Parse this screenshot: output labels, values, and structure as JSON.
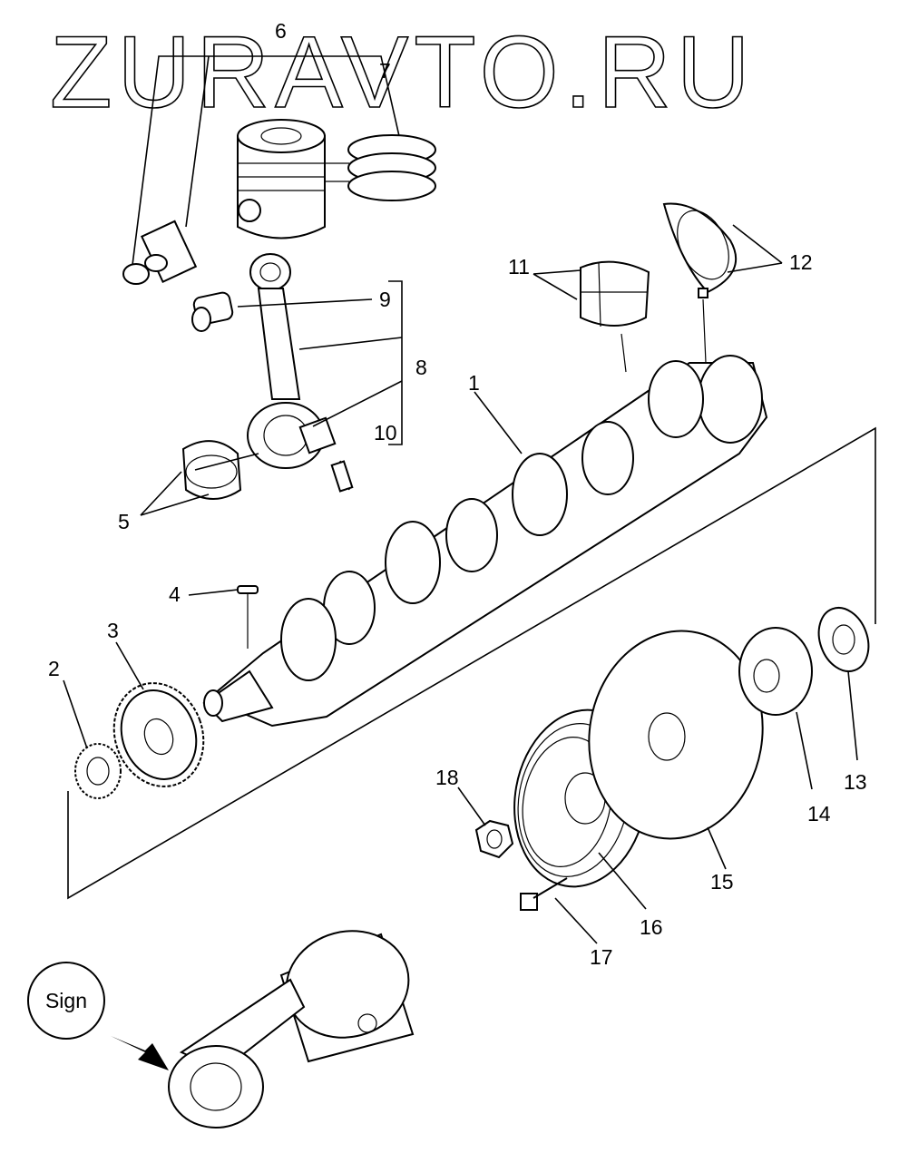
{
  "watermark": "ZURAVTO.RU",
  "sign_label": "Sign",
  "callouts": [
    "1",
    "2",
    "3",
    "4",
    "5",
    "6",
    "7",
    "8",
    "9",
    "10",
    "11",
    "12",
    "13",
    "14",
    "15",
    "16",
    "17",
    "18"
  ],
  "icons": [
    "arrow-icon"
  ]
}
